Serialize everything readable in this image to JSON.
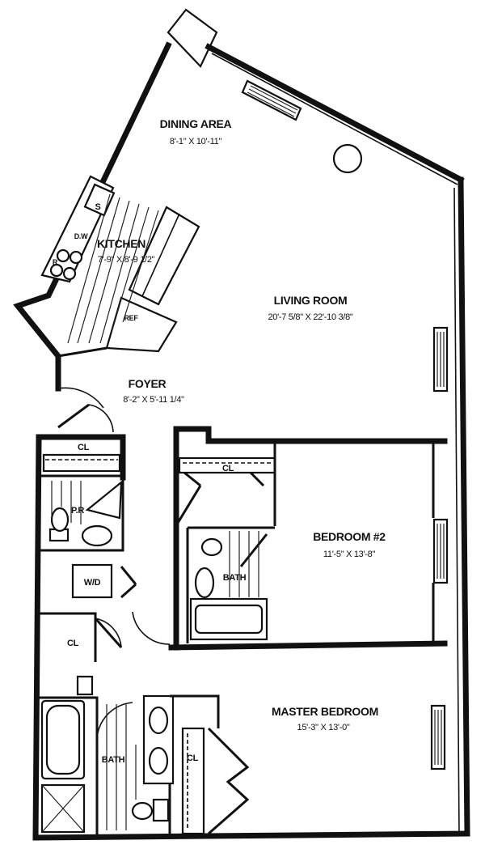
{
  "rooms": {
    "dining": {
      "name": "DINING AREA",
      "dims": "8'-1\" X 10'-11\""
    },
    "kitchen": {
      "name": "KITCHEN",
      "dims": "7'-9\" X 8'-9 1/2\""
    },
    "living": {
      "name": "LIVING ROOM",
      "dims": "20'-7 5/8\" X 22'-10 3/8\""
    },
    "foyer": {
      "name": "FOYER",
      "dims": "8'-2\" X 5'-11 1/4\""
    },
    "bedroom2": {
      "name": "BEDROOM #2",
      "dims": "11'-5\" X 13'-8\""
    },
    "master": {
      "name": "MASTER BEDROOM",
      "dims": "15'-3\" X 13'-0\""
    }
  },
  "labels": {
    "closet": "CL",
    "powder_room": "P.R",
    "washer_dryer": "W/D",
    "bath": "BATH",
    "dishwasher": "D.W",
    "refrigerator": "REF",
    "sink": "S",
    "range": "R"
  }
}
